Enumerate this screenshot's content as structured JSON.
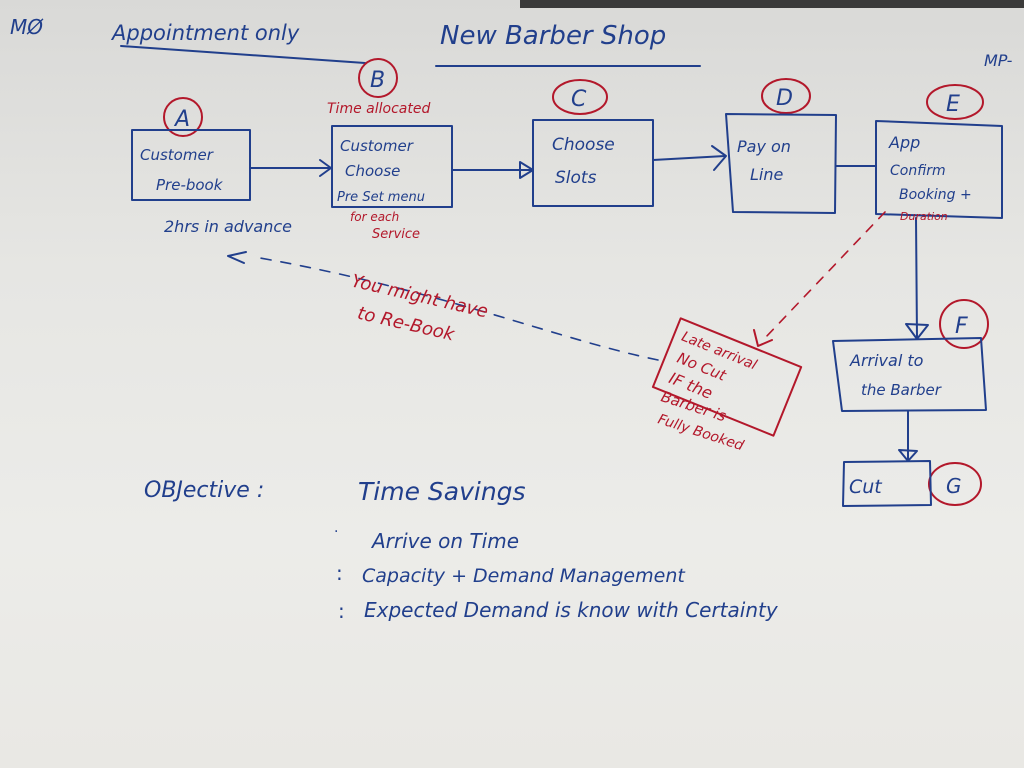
{
  "corner": {
    "initials": "MØ",
    "right_mark": "MP-"
  },
  "header": {
    "subtitle": "Appointment only",
    "title": "New Barber Shop"
  },
  "steps": [
    {
      "letter": "A",
      "lines": [
        "Customer",
        "Pre-book"
      ]
    },
    {
      "letter": "B",
      "lines": [
        "Customer",
        "Choose",
        "Pre Set menu"
      ]
    },
    {
      "letter": "C",
      "lines": [
        "Choose",
        "Slots"
      ]
    },
    {
      "letter": "D",
      "lines": [
        "Pay on",
        "Line"
      ]
    },
    {
      "letter": "E",
      "lines": [
        "App",
        "Confirm",
        "Booking +"
      ]
    },
    {
      "letter": "F",
      "lines": [
        "Arrival to",
        "the Barber"
      ]
    },
    {
      "letter": "G",
      "lines": [
        "Cut"
      ]
    }
  ],
  "notes": {
    "time_allocated": "Time allocated",
    "advance": "2hrs in advance",
    "for_each": "for each",
    "service": "Service",
    "duration": "Duration",
    "rebook": [
      "You might have",
      "to Re-Book"
    ],
    "late_box": [
      "Late arrival",
      "No Cut",
      "IF the"
    ],
    "late_tail": [
      "Barber is",
      "Fully Booked"
    ]
  },
  "objective": {
    "label": "OBJective :",
    "items": [
      "Time Savings",
      "Arrive on Time",
      "Capacity + Demand Management",
      "Expected Demand is know with Certainty"
    ]
  },
  "colors": {
    "ink_blue": "#213f8c",
    "ink_red": "#b3182b",
    "board": "#e8e8e5"
  }
}
